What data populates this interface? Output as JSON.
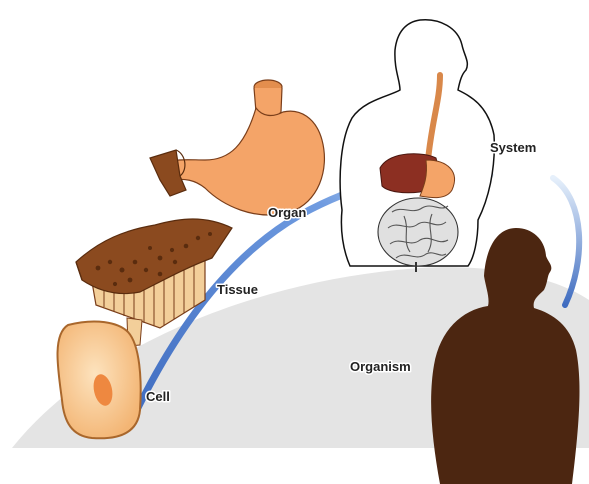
{
  "labels": {
    "cell": "Cell",
    "tissue": "Tissue",
    "organ": "Organ",
    "system": "System",
    "organism": "Organism"
  },
  "colors": {
    "ground": "#e4e4e4",
    "arrow": "#4f7fcf",
    "cell_fill": "#f9c98f",
    "nucleus": "#ee8840",
    "tissue": "#8b4a1f",
    "stomach": "#f4a468",
    "liver": "#8c2f22",
    "organism": "#4c2611"
  }
}
